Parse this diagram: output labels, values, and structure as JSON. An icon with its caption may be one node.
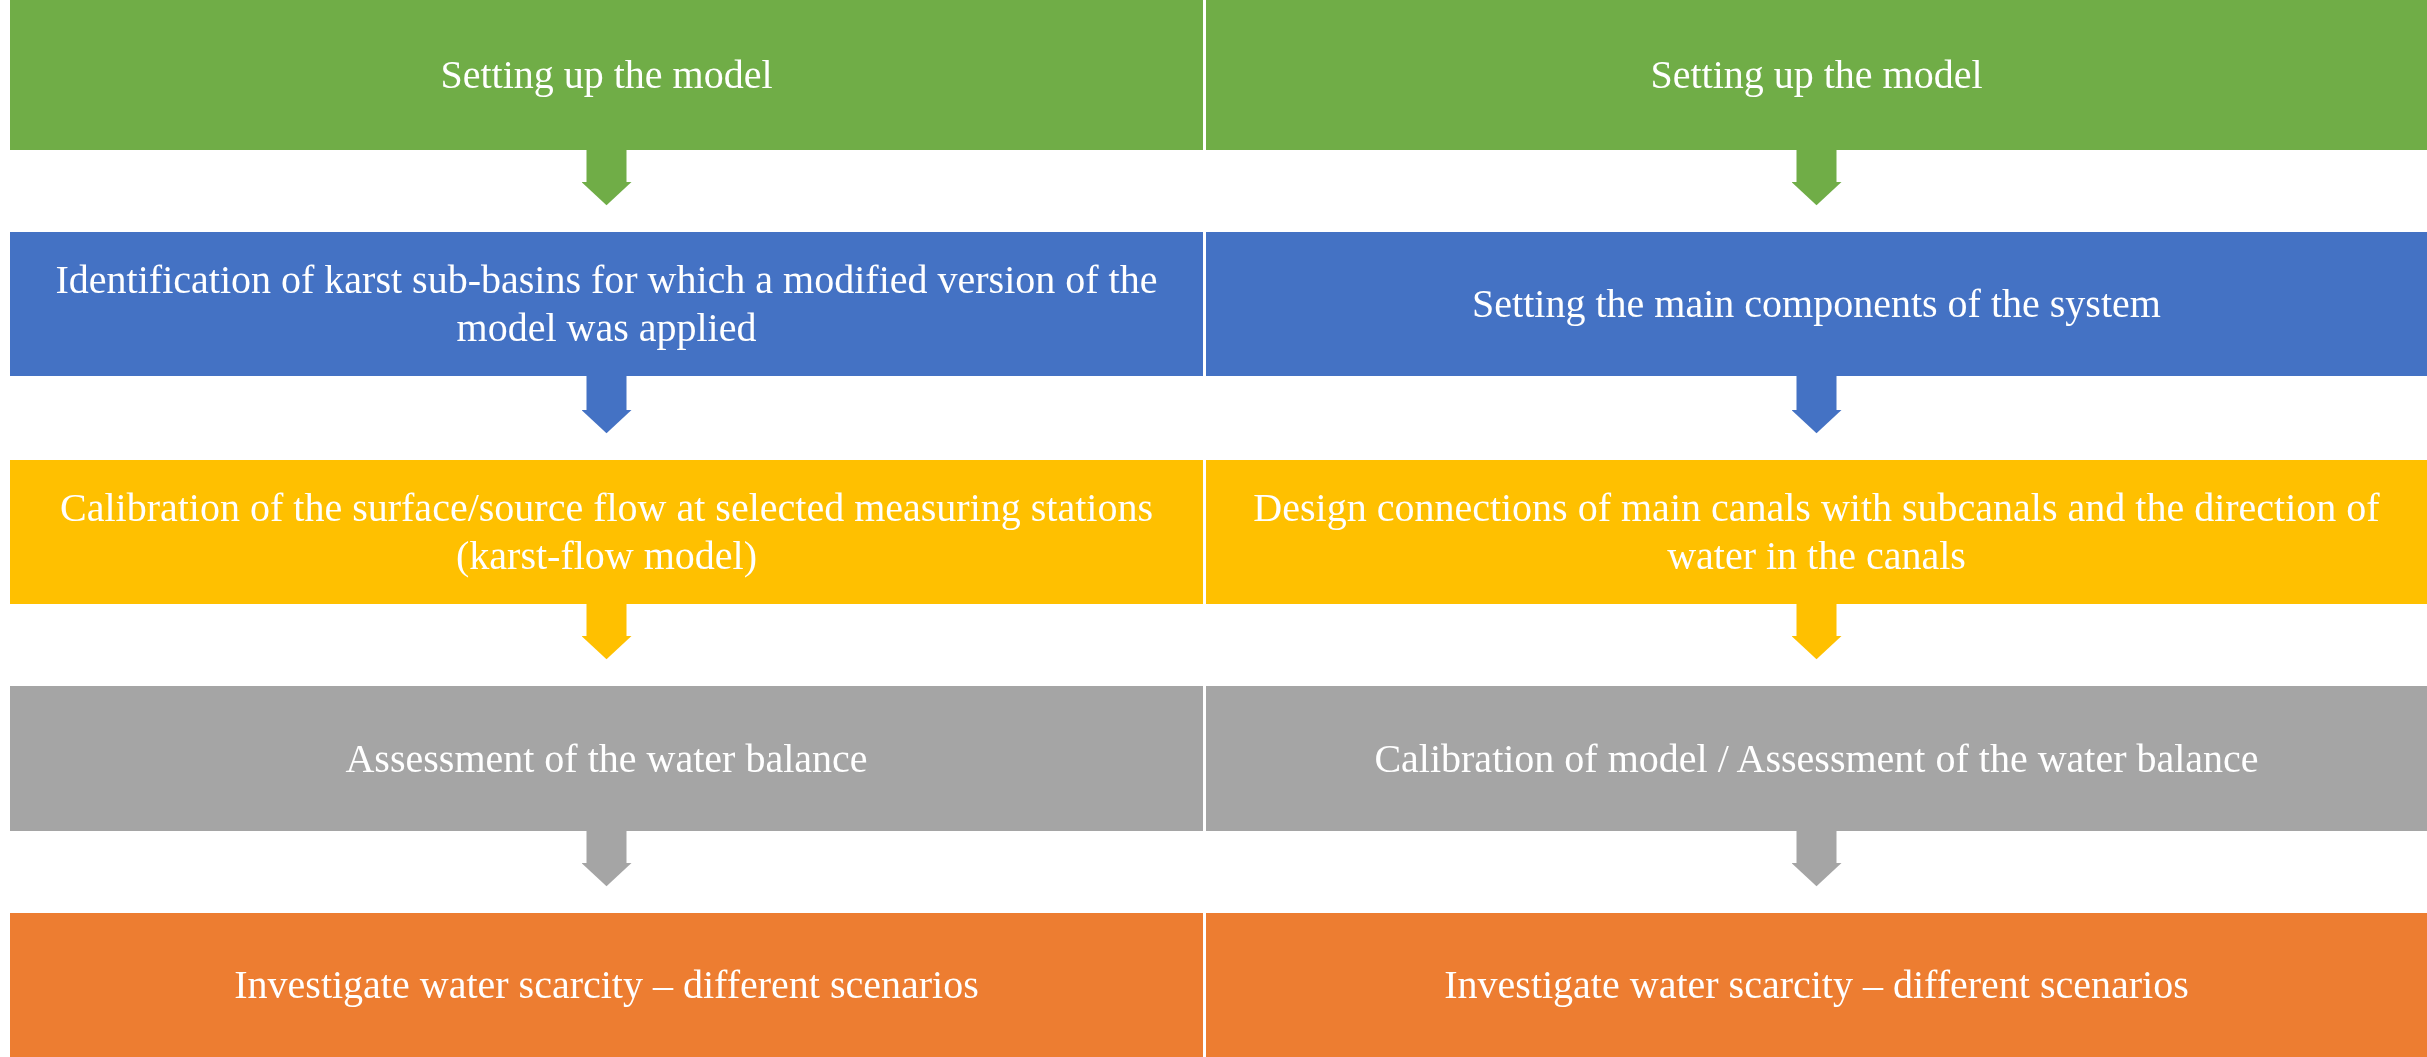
{
  "diagram": {
    "nodes": [
      {
        "text": [
          "Setting up the model"
        ]
      },
      {
        "text": [
          "Setting up the model"
        ]
      },
      {
        "text": [
          "Identification of karst sub-basins for which a modified version of the model was applied"
        ]
      },
      {
        "text": [
          "Setting the main components of the system"
        ]
      },
      {
        "text": [
          "Calibration of the surface/source flow at selected measuring stations (karst-flow model)"
        ]
      },
      {
        "text": [
          "Design connections of main canals with subcanals and the direction of water in the canals"
        ]
      },
      {
        "text": [
          "Assessment of the water balance"
        ]
      },
      {
        "text": [
          "Calibration of model / Assessment of the water balance"
        ]
      },
      {
        "text": [
          "Investigate water scarcity – different scenarios"
        ]
      },
      {
        "text": [
          "Investigate water scarcity – different scenarios"
        ]
      }
    ],
    "edges": [
      {
        "from": 0,
        "to": 2,
        "arrow": "to",
        "color": "#70ad47"
      },
      {
        "from": 1,
        "to": 3,
        "arrow": "to",
        "color": "#70ad47"
      },
      {
        "from": 2,
        "to": 4,
        "arrow": "to",
        "color": "#4472c4"
      },
      {
        "from": 3,
        "to": 5,
        "arrow": "to",
        "color": "#4472c4"
      },
      {
        "from": 4,
        "to": 6,
        "arrow": "to",
        "color": "#ffc000"
      },
      {
        "from": 5,
        "to": 7,
        "arrow": "to",
        "color": "#ffc000"
      },
      {
        "from": 6,
        "to": 8,
        "arrow": "to",
        "color": "#a5a5a5"
      },
      {
        "from": 7,
        "to": 9,
        "arrow": "to",
        "color": "#a5a5a5"
      }
    ]
  }
}
